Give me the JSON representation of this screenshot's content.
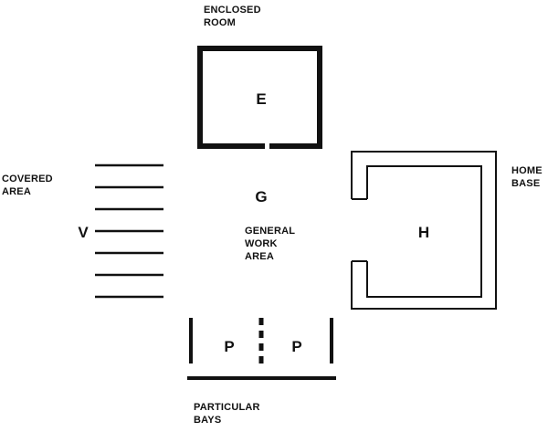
{
  "labels": {
    "enclosed_room_line1": "ENCLOSED",
    "enclosed_room_line2": "ROOM",
    "covered_area_line1": "COVERED",
    "covered_area_line2": "AREA",
    "home_base_line1": "HOME",
    "home_base_line2": "BASE",
    "general_work_area_line1": "GENERAL",
    "general_work_area_line2": "WORK",
    "general_work_area_line3": "AREA",
    "particular_bays_line1": "PARTICULAR",
    "particular_bays_line2": "BAYS"
  },
  "letters": {
    "enclosed_room": "E",
    "general_work_area": "G",
    "covered_area": "V",
    "home_base": "H",
    "particular_bay_left": "P",
    "particular_bay_right": "P"
  },
  "colors": {
    "ink": "#111111",
    "background": "#ffffff"
  }
}
